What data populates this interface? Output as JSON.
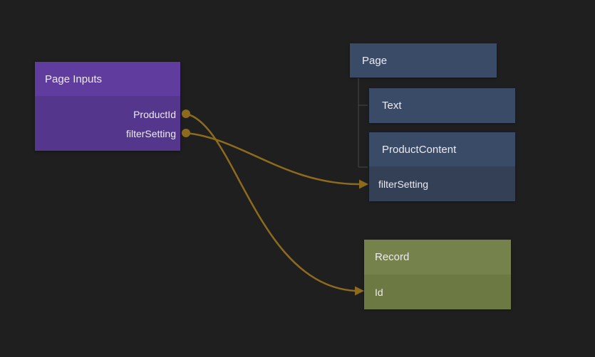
{
  "colors": {
    "background": "#1f1f1f",
    "wire": "#8c6b1f",
    "tree_line": "#474747",
    "purple_header": "#5f3c9d",
    "purple_body": "#54368c",
    "blue_box": "#3a4b67",
    "blue_row": "#344056",
    "green_header": "#75824b",
    "green_row": "#6c7942",
    "text": "#eceaf1"
  },
  "page_inputs": {
    "title": "Page Inputs",
    "outputs": [
      {
        "label": "ProductId"
      },
      {
        "label": "filterSetting"
      }
    ]
  },
  "page_tree": {
    "root_label": "Page",
    "children": [
      {
        "label": "Text"
      },
      {
        "label": "ProductContent",
        "properties": [
          {
            "label": "filterSetting"
          }
        ]
      }
    ]
  },
  "record": {
    "title": "Record",
    "properties": [
      {
        "label": "Id"
      }
    ]
  },
  "connections": [
    {
      "from": "Page Inputs / ProductId",
      "to": "Record / Id"
    },
    {
      "from": "Page Inputs / filterSetting",
      "to": "ProductContent / filterSetting"
    }
  ]
}
